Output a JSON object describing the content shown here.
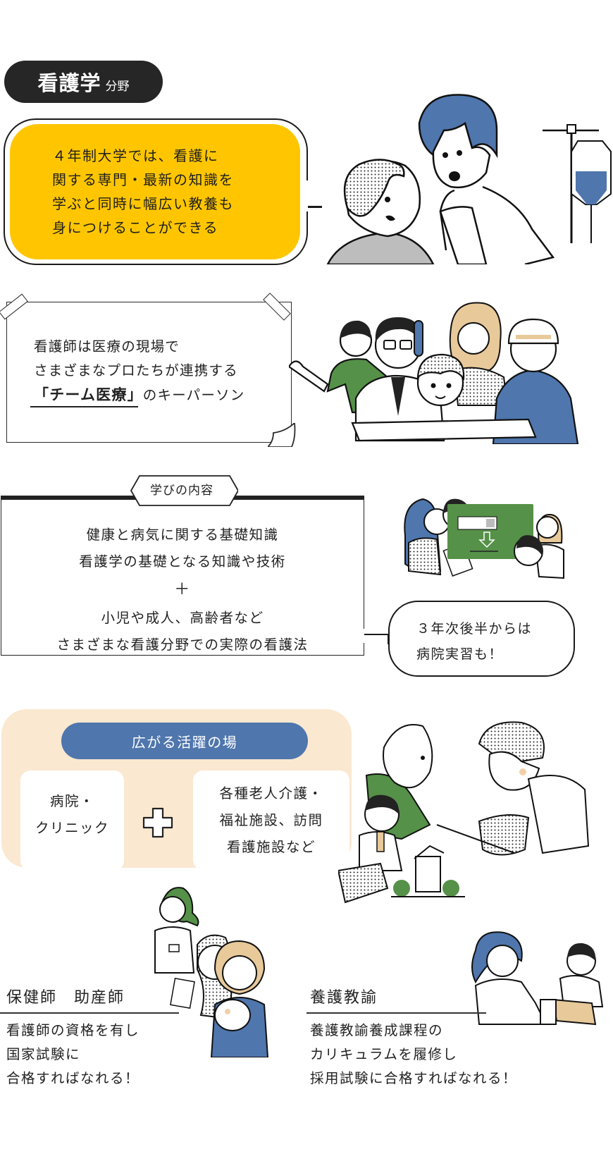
{
  "header": {
    "title": "看護学",
    "subtitle": "分野"
  },
  "intro": {
    "lines": [
      "４年制大学では、看護に",
      "関する専門・最新の知識を",
      "学ぶと同時に幅広い教養も",
      "身につけることができる"
    ]
  },
  "team": {
    "line1": "看護師は医療の現場で",
    "line2": "さまざまなプロたちが連携する",
    "highlight": "「チーム医療」",
    "line3_rest": "のキーパーソン"
  },
  "learning": {
    "tag": "学びの内容",
    "lines_top": [
      "健康と病気に関する基礎知識",
      "看護学の基礎となる知識や技術"
    ],
    "plus": "＋",
    "lines_bottom": [
      "小児や成人、高齢者など",
      "さまざまな看護分野での実際の看護法"
    ],
    "note_lines": [
      "３年次後半からは",
      "病院実習も！"
    ]
  },
  "places": {
    "title": "広がる活躍の場",
    "cards": [
      {
        "lines": [
          "病院・",
          "クリニック"
        ]
      },
      {
        "lines": [
          "各種老人介護・",
          "福祉施設、訪問",
          "看護施設など"
        ]
      }
    ]
  },
  "careers": [
    {
      "title": "保健師　助産師",
      "lines": [
        "看護師の資格を有し",
        "国家試験に",
        "合格すればなれる！"
      ]
    },
    {
      "title": "養護教諭",
      "lines": [
        "養護教諭養成課程の",
        "カリキュラムを履修し",
        "採用試験に合格すればなれる！"
      ]
    }
  ],
  "colors": {
    "yellow": "#ffc600",
    "blue": "#4f76ad",
    "green": "#559148",
    "beige": "#fbe8d0",
    "skin_tan": "#e8c99a",
    "dark": "#262626"
  }
}
